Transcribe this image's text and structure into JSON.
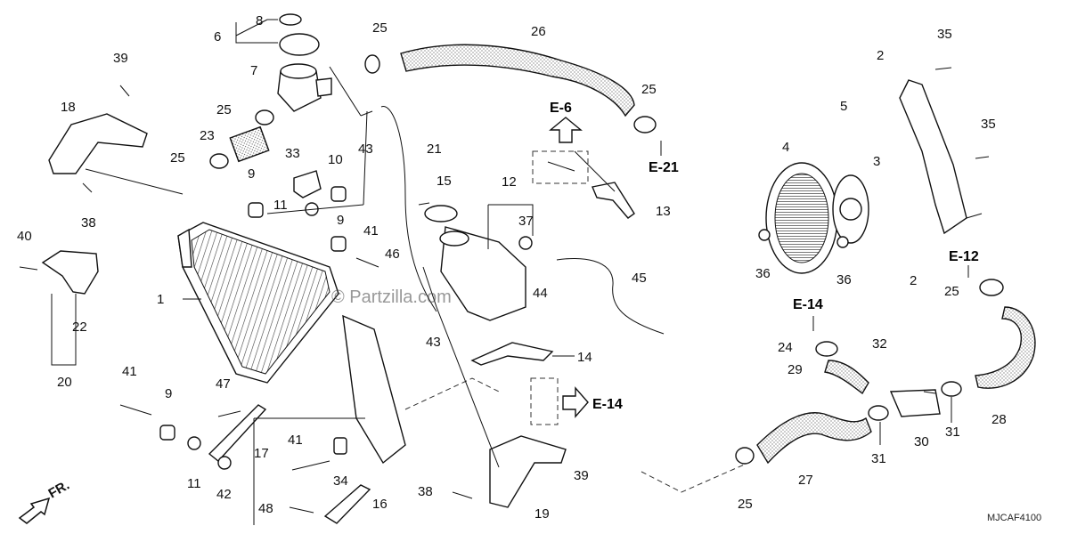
{
  "watermark": "© Partzilla.com",
  "diagram_code": "MJCAF4100",
  "front_label": "FR.",
  "refs": {
    "e6": "E-6",
    "e21": "E-21",
    "e12": "E-12",
    "e14_top": "E-14",
    "e14_mid": "E-14"
  },
  "callouts": [
    "1",
    "2",
    "2",
    "3",
    "4",
    "5",
    "6",
    "7",
    "8",
    "9",
    "9",
    "9",
    "10",
    "11",
    "11",
    "12",
    "13",
    "14",
    "15",
    "16",
    "17",
    "18",
    "19",
    "20",
    "21",
    "22",
    "23",
    "24",
    "25",
    "25",
    "25",
    "25",
    "25",
    "25",
    "26",
    "27",
    "28",
    "29",
    "30",
    "31",
    "31",
    "32",
    "33",
    "34",
    "35",
    "35",
    "36",
    "36",
    "37",
    "38",
    "38",
    "39",
    "39",
    "40",
    "41",
    "41",
    "41",
    "42",
    "43",
    "43",
    "44",
    "45",
    "46",
    "47",
    "48"
  ]
}
